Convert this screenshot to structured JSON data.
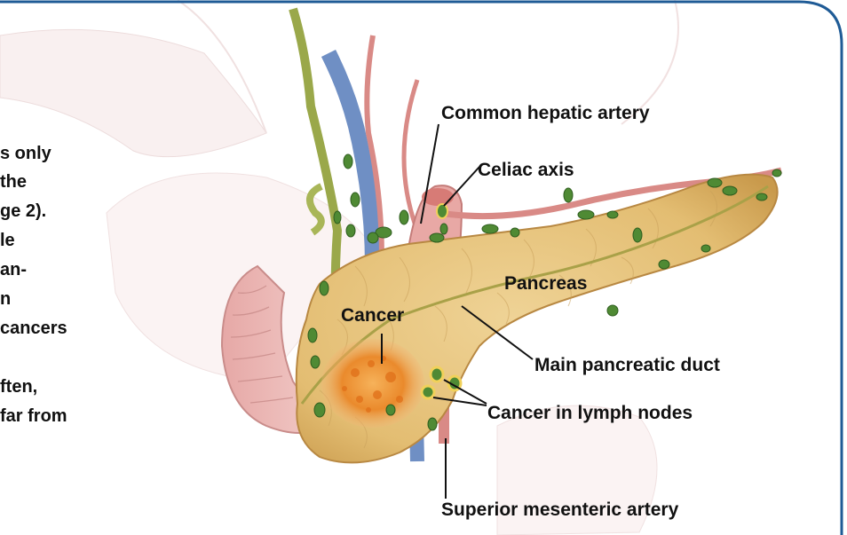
{
  "labels": {
    "common_hepatic_artery": "Common hepatic artery",
    "celiac_axis": "Celiac axis",
    "pancreas": "Pancreas",
    "cancer": "Cancer",
    "main_pancreatic_duct": "Main pancreatic duct",
    "cancer_in_lymph_nodes": "Cancer in lymph nodes",
    "superior_mesenteric_artery": "Superior mesenteric artery"
  },
  "side_text": {
    "lines": [
      "s only",
      "the",
      "ge 2).",
      "le",
      "an-",
      "n",
      "cancers",
      "",
      "ften,",
      "far from"
    ]
  },
  "colors": {
    "frame": "#1f5b96",
    "pancreas": "#e7c47e",
    "lymph_node": "#4f8a34",
    "artery": "#d98a86",
    "vein": "#6f8fc4",
    "cancer": "#e9822a"
  }
}
